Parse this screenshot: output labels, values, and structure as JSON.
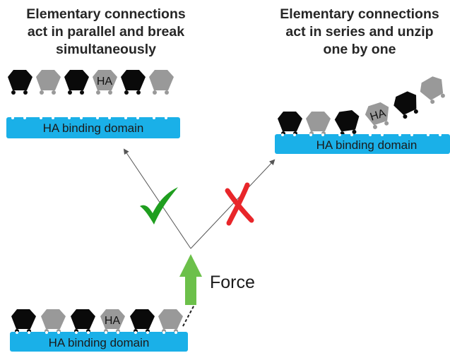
{
  "titles": {
    "left": {
      "line1": "Elementary connections",
      "line2": "act in parallel and break",
      "line3": "simultaneously"
    },
    "right": {
      "line1": "Elementary connections",
      "line2": "act in series and unzip",
      "line3": "one by one"
    }
  },
  "domain_label": "HA binding domain",
  "ha_label": "HA",
  "force_label": "Force",
  "colors": {
    "domain_bar": "#1ab0e8",
    "dark_unit": "#0a0a0a",
    "light_unit": "#999999",
    "check": "#1f9e1f",
    "cross": "#e8262a",
    "force_arrow": "#6cc04a",
    "lines": "#555555"
  }
}
